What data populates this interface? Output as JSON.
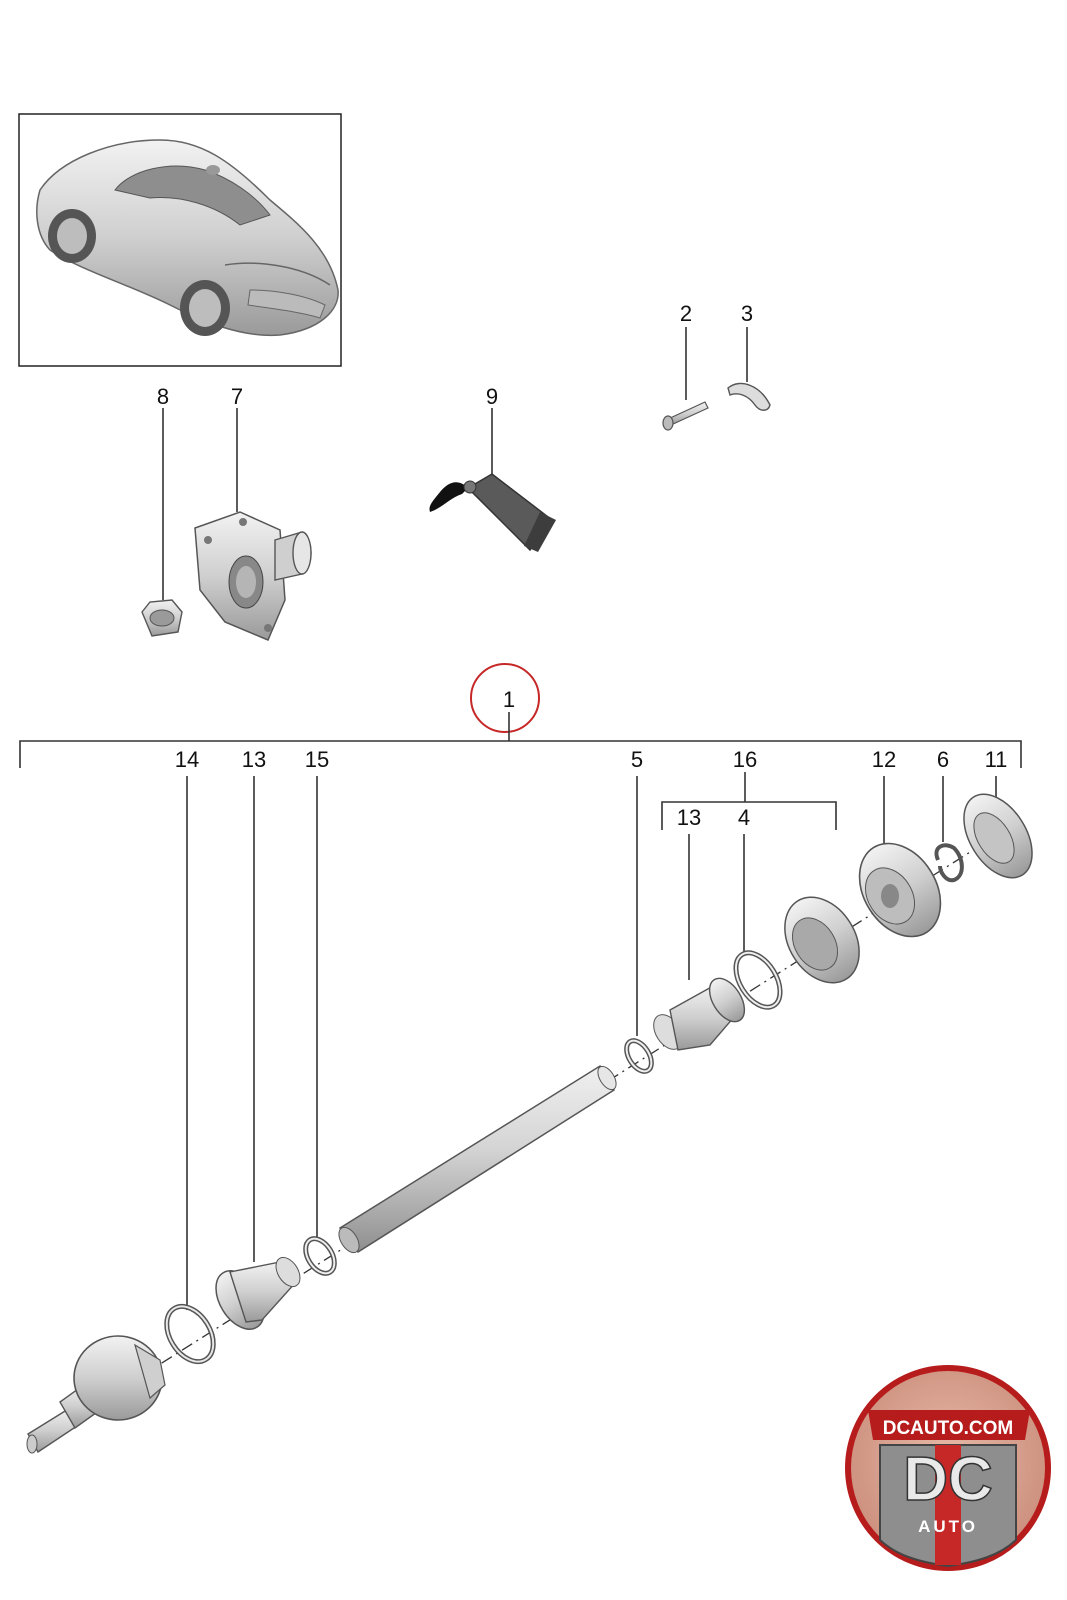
{
  "callouts": {
    "c1": "1",
    "c2": "2",
    "c3": "3",
    "c4": "4",
    "c5": "5",
    "c6": "6",
    "c7": "7",
    "c8": "8",
    "c9": "9",
    "c11": "11",
    "c12": "12",
    "c13a": "13",
    "c13b": "13",
    "c14": "14",
    "c15": "15",
    "c16": "16"
  },
  "logo": {
    "site": "DCAUTO.COM",
    "mark": "DC",
    "word": "AUTO"
  },
  "colors": {
    "highlight_circle": "#c62828",
    "logo_ring": "#b71c1c",
    "part_fill": "#d9d9d9",
    "tube_fill": "#555555"
  },
  "icons": {
    "car": "porsche-911-coupe-icon",
    "grease": "grease-tube-icon"
  }
}
